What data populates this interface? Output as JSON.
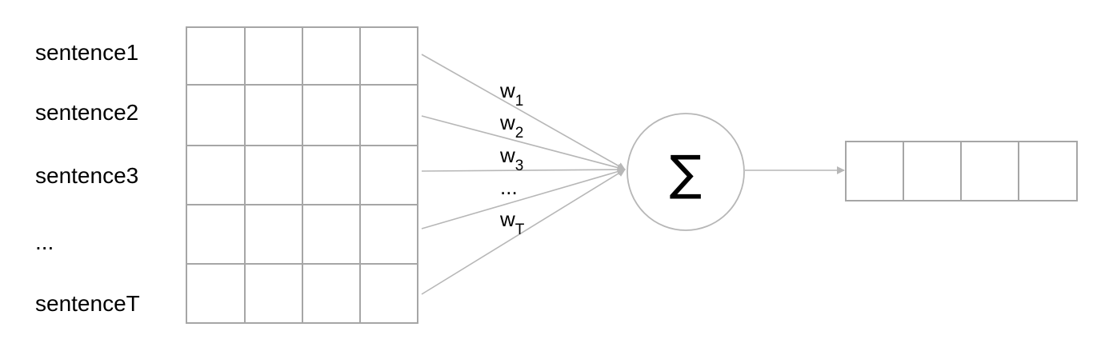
{
  "rows": [
    {
      "label": "sentence1"
    },
    {
      "label": "sentence2"
    },
    {
      "label": "sentence3"
    },
    {
      "label": "..."
    },
    {
      "label": "sentenceT"
    }
  ],
  "weights": [
    {
      "base": "w",
      "sub": "1"
    },
    {
      "base": "w",
      "sub": "2"
    },
    {
      "base": "w",
      "sub": "3"
    },
    {
      "base": "...",
      "sub": ""
    },
    {
      "base": "w",
      "sub": "T"
    }
  ],
  "operator": {
    "symbol": "∑"
  },
  "input_matrix": {
    "rows": 5,
    "cols": 4
  },
  "output_vector": {
    "cols": 4
  },
  "colors": {
    "grid": "#a6a6a6",
    "lines": "#b7b7b7",
    "text": "#000000"
  }
}
